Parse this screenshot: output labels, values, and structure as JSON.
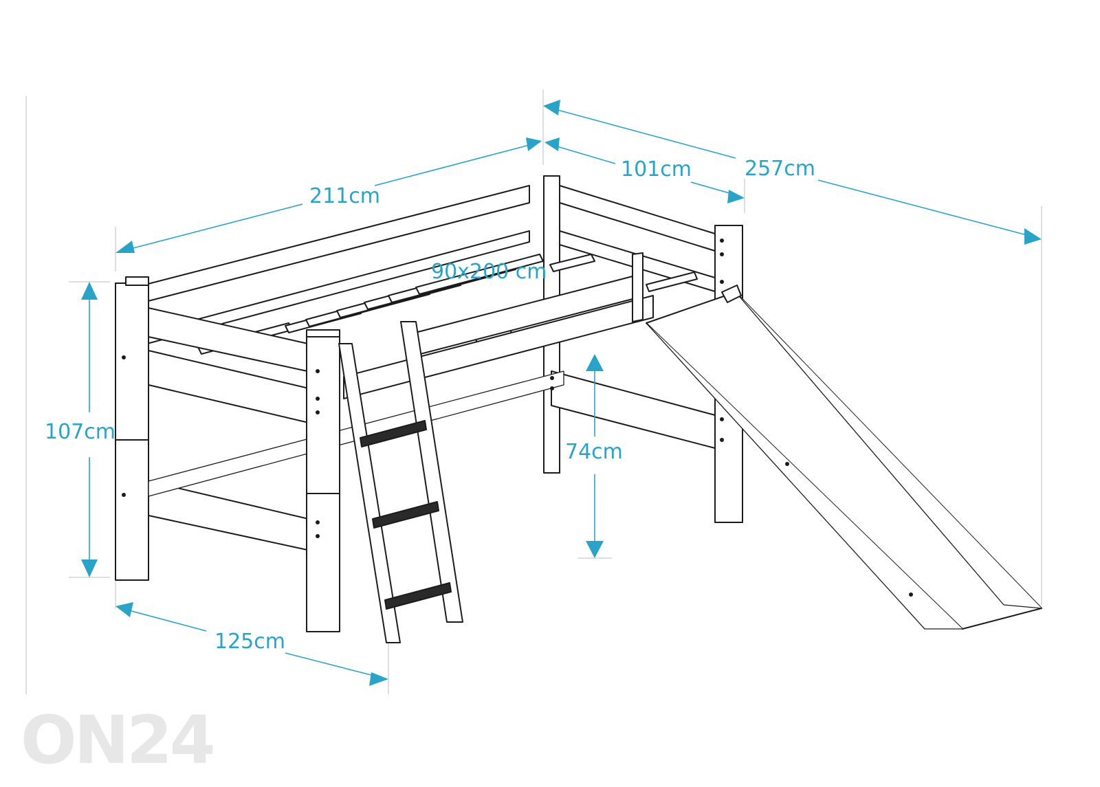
{
  "dimensions": {
    "length": "211cm",
    "depth_end": "101cm",
    "total_length": "257cm",
    "mattress": "90x200 cm",
    "height": "107cm",
    "under_height": "74cm",
    "width": "125cm"
  },
  "watermark": {
    "brand": "ON24"
  },
  "colors": {
    "dimension": "#2aa3c9",
    "line": "#1b1b1b",
    "watermark": "#e7e7e7"
  }
}
